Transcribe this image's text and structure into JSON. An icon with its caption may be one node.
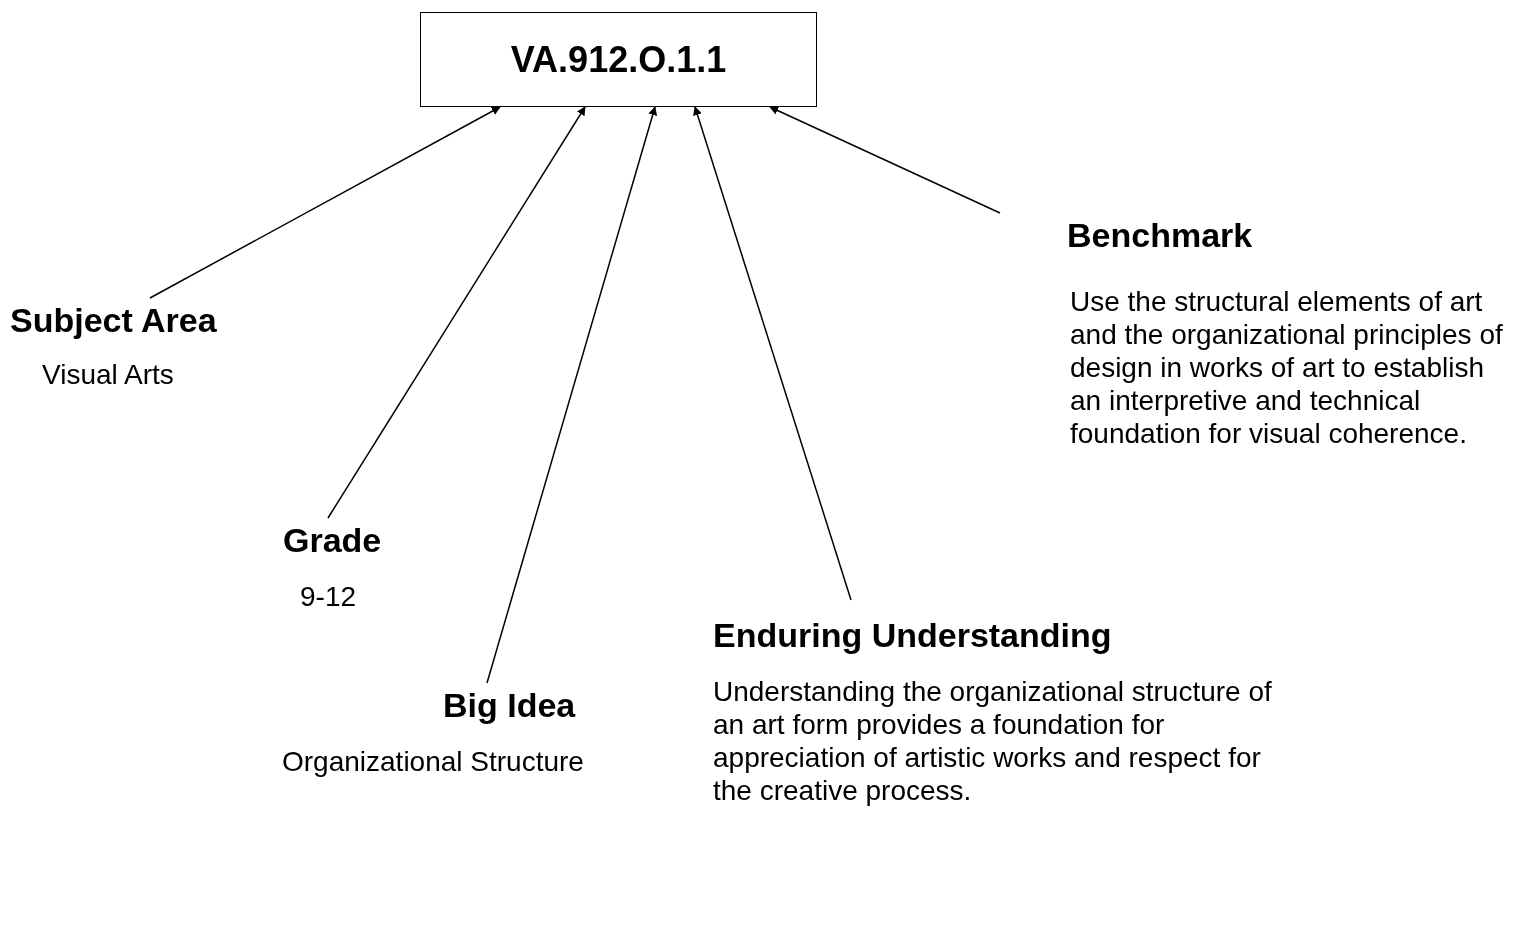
{
  "diagram": {
    "nodes": [
      {
        "text": [
          "VA.912.O.1.1"
        ]
      },
      {
        "text": [
          "Subject Area",
          "Visual Arts"
        ]
      },
      {
        "text": [
          "Grade",
          "9-12"
        ]
      },
      {
        "text": [
          "Big Idea",
          "Organizational Structure"
        ]
      },
      {
        "text": [
          "Enduring Understanding",
          "Understanding the organizational structure of an art form provides a foundation for appreciation of artistic works and respect for the creative process."
        ]
      },
      {
        "text": [
          "Benchmark",
          "Use the structural elements of art and the organizational principles of design in works of art to establish an interpretive and technical foundation for visual coherence."
        ]
      }
    ],
    "edges": [
      {
        "from": 1,
        "to": 0,
        "arrow": "to"
      },
      {
        "from": 2,
        "to": 0,
        "arrow": "to"
      },
      {
        "from": 3,
        "to": 0,
        "arrow": "to"
      },
      {
        "from": 4,
        "to": 0,
        "arrow": "to"
      },
      {
        "from": 5,
        "to": 0,
        "arrow": "to"
      }
    ]
  }
}
